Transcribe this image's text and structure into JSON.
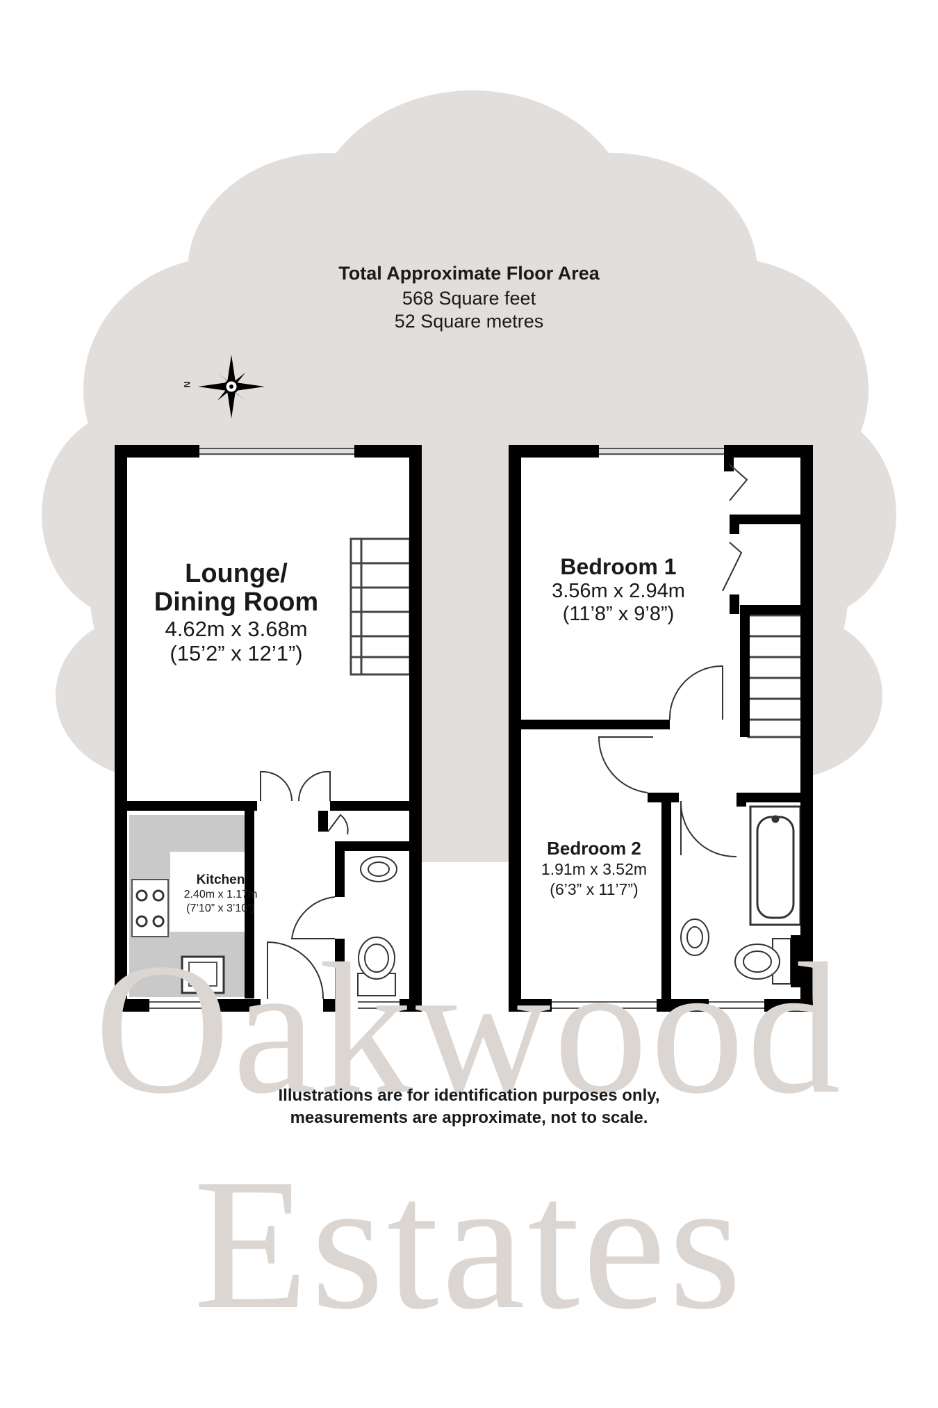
{
  "summary": {
    "title": "Total Approximate Floor Area",
    "square_feet": "568 Square feet",
    "square_metres": "52 Square metres"
  },
  "compass": {
    "label": "N"
  },
  "rooms": {
    "lounge": {
      "name_line1": "Lounge/",
      "name_line2": "Dining Room",
      "metric": "4.62m x 3.68m",
      "imperial": "(15’2” x 12’1”)"
    },
    "kitchen": {
      "name": "Kitchen",
      "metric": "2.40m x 1.17m",
      "imperial": "(7’10” x 3’10”)"
    },
    "bedroom1": {
      "name": "Bedroom 1",
      "metric": "3.56m x 2.94m",
      "imperial": "(11’8” x 9’8”)"
    },
    "bedroom2": {
      "name": "Bedroom 2",
      "metric": "1.91m x 3.52m",
      "imperial": "(6’3” x 11’7”)"
    }
  },
  "disclaimer": {
    "line1": "Illustrations are for identification purposes only,",
    "line2": "measurements are approximate, not to scale."
  },
  "watermark": {
    "line1": "Oakwood",
    "line2": "Estates"
  },
  "colors": {
    "wall": "#000000",
    "tree": "#e2dedb",
    "watermark": "#dbd6d1",
    "kitchen_counter": "#c9c9c9"
  }
}
